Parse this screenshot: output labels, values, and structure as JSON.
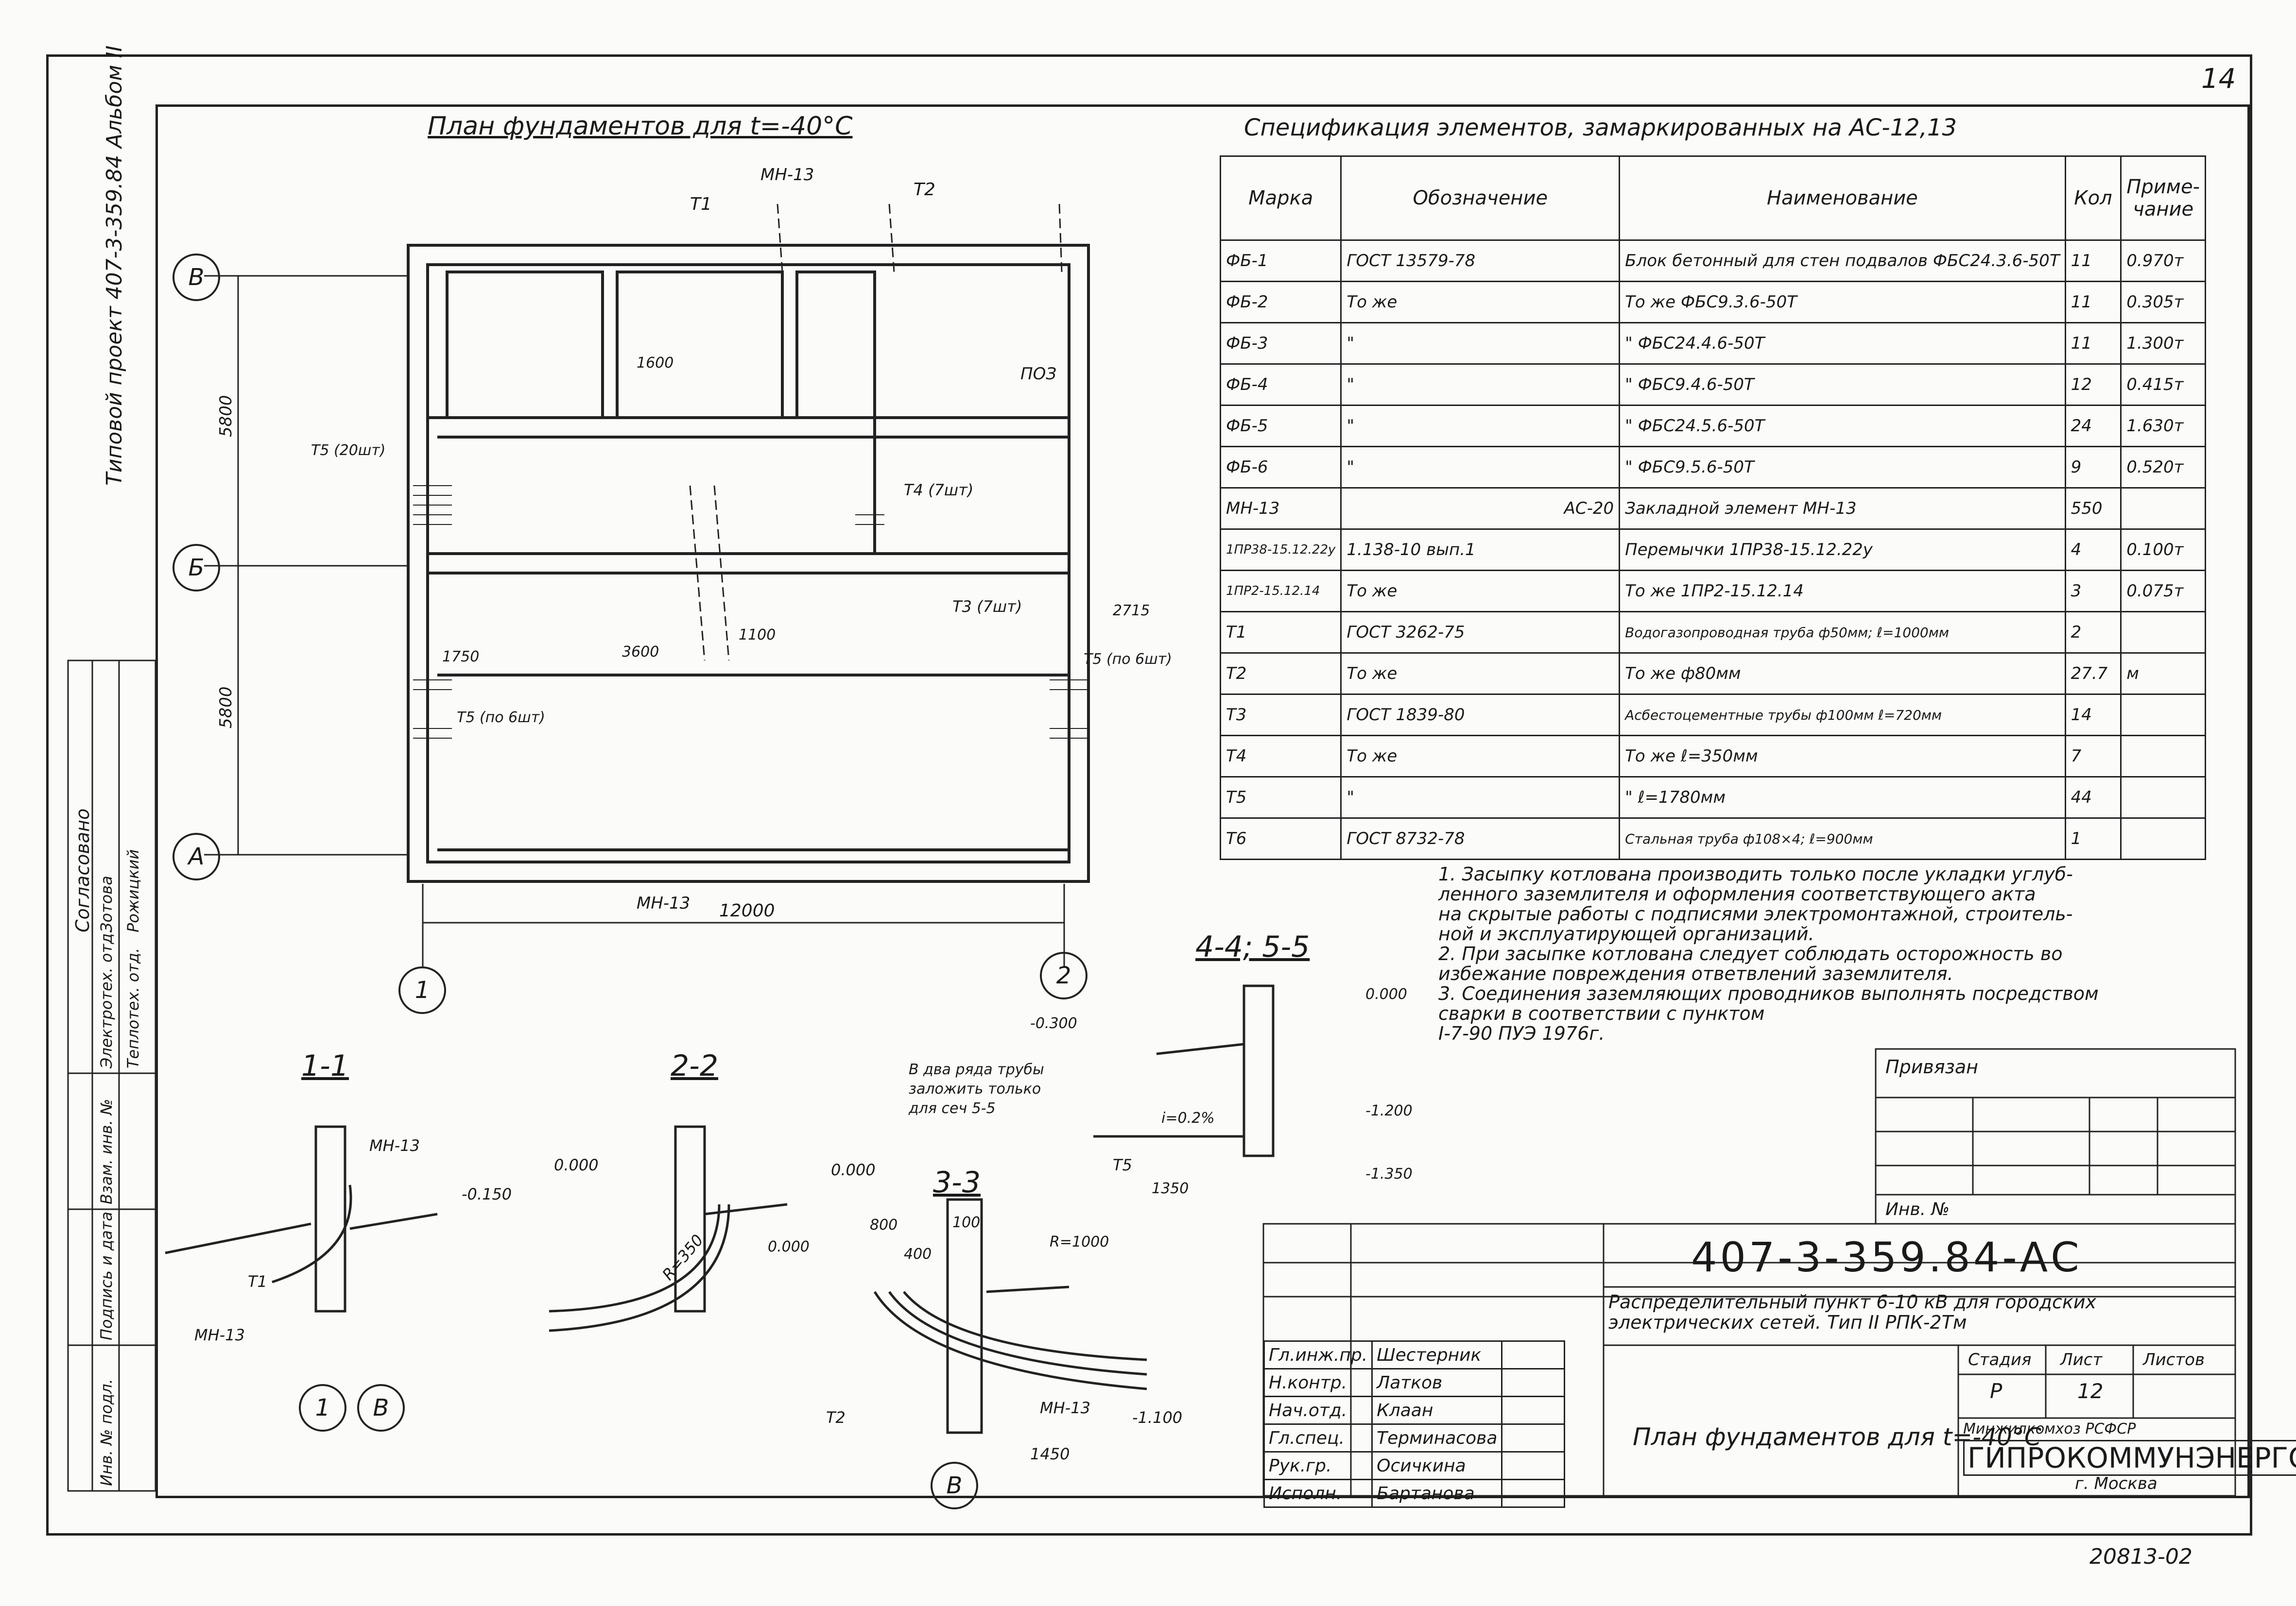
{
  "page_number": "14",
  "album_label": "Типовой проект 407-3-359.84 Альбом II",
  "plan": {
    "title": "План фундаментов для t=-40°С",
    "axes_rows": [
      "В",
      "Б",
      "А"
    ],
    "axes_cols": [
      "1",
      "2"
    ],
    "dim_total": "12000",
    "dim_left_1": "5800",
    "dim_left_2": "5800",
    "labels": [
      "МН-13",
      "Т1",
      "Т2",
      "Т3 (7шт)",
      "Т4 (7шт)",
      "Т5 (20шт)",
      "Т5 (по 6шт)",
      "Т5 (по 6шт)",
      "3600",
      "1600",
      "1750",
      "1100",
      "2715",
      "ПОЗ"
    ]
  },
  "spec": {
    "title": "Спецификация элементов, замаркированных на АС-12,13",
    "headers": [
      "Марка",
      "Обозначение",
      "Наименование",
      "Кол",
      "Приме-чание"
    ],
    "rows": [
      [
        "ФБ-1",
        "ГОСТ 13579-78",
        "Блок бетонный для стен подвалов ФБС24.3.6-50Т",
        "11",
        "0.970т"
      ],
      [
        "ФБ-2",
        "То же",
        "То же ФБС9.3.6-50Т",
        "11",
        "0.305т"
      ],
      [
        "ФБ-3",
        "\"",
        "\" ФБС24.4.6-50Т",
        "11",
        "1.300т"
      ],
      [
        "ФБ-4",
        "\"",
        "\" ФБС9.4.6-50Т",
        "12",
        "0.415т"
      ],
      [
        "ФБ-5",
        "\"",
        "\" ФБС24.5.6-50Т",
        "24",
        "1.630т"
      ],
      [
        "ФБ-6",
        "\"",
        "\" ФБС9.5.6-50Т",
        "9",
        "0.520т"
      ],
      [
        "МН-13",
        "АС-20",
        "Закладной элемент МН-13",
        "550",
        ""
      ],
      [
        "1ПР38-15.12.22у",
        "1.138-10 вып.1",
        "Перемычки 1ПР38-15.12.22у",
        "4",
        "0.100т"
      ],
      [
        "1ПР2-15.12.14",
        "То же",
        "То же 1ПР2-15.12.14",
        "3",
        "0.075т"
      ],
      [
        "Т1",
        "ГОСТ 3262-75",
        "Водогазопроводная труба ф50мм; ℓ=1000мм",
        "2",
        ""
      ],
      [
        "Т2",
        "То же",
        "То же ф80мм",
        "27.7",
        "м"
      ],
      [
        "Т3",
        "ГОСТ 1839-80",
        "Асбестоцементные трубы ф100мм ℓ=720мм",
        "14",
        ""
      ],
      [
        "Т4",
        "То же",
        "То же ℓ=350мм",
        "7",
        ""
      ],
      [
        "Т5",
        "\"",
        "\" ℓ=1780мм",
        "44",
        ""
      ],
      [
        "Т6",
        "ГОСТ 8732-78",
        "Стальная труба ф108×4; ℓ=900мм",
        "1",
        ""
      ]
    ]
  },
  "notes": [
    "1. Засыпку котлована производить только после укладки углуб-",
    "ленного заземлителя и оформления соответствующего акта",
    "на скрытые работы с подписями электромонтажной, строитель-",
    "ной и эксплуатирующей организаций.",
    "2. При засыпке котлована следует соблюдать осторожность во",
    "избежание повреждения ответвлений заземлителя.",
    "3. Соединения заземляющих проводников выполнять посредством",
    "сварки в соответствии с пунктом",
    "I-7-90 ПУЭ 1976г."
  ],
  "sections": {
    "s11": {
      "title": "1-1",
      "labels": [
        "МН-13",
        "-0.150",
        "Т1",
        "МН-13"
      ]
    },
    "s22": {
      "title": "2-2",
      "labels": [
        "0.000",
        "0.000",
        "R=350"
      ]
    },
    "s33": {
      "title": "3-3",
      "labels": [
        "800",
        "100",
        "400",
        "R=1000",
        "0.000",
        "Т2",
        "МН-13",
        "-1.100",
        "1450"
      ]
    },
    "s44": {
      "title": "4-4; 5-5",
      "labels": [
        "-0.300",
        "0.000",
        "В два ряда трубы",
        "заложить только",
        "для сеч 5-5",
        "-1.200",
        "Т5",
        "1350",
        "-1.350",
        "i=0.2%"
      ]
    }
  },
  "left_stamp": {
    "agreed": "Согласовано",
    "rows": [
      [
        "Электротех. отд.",
        "Зотова",
        ""
      ],
      [
        "Теплотех. отд.",
        "Рожицкий",
        ""
      ]
    ],
    "vertical": [
      "Взам. инв. №",
      "Подпись и дата",
      "Инв. № подл."
    ]
  },
  "title_block": {
    "code": "407-3-359.84-АС",
    "project": "Распределительный пункт 6-10 кВ для городских электрических сетей. Тип II РПК-2Тм",
    "sheet_title": "План фундаментов для t=-40°С",
    "stage_headers": [
      "Стадия",
      "Лист",
      "Листов"
    ],
    "stage_values": [
      "Р",
      "12",
      ""
    ],
    "org_1": "Минжилкомхоз РСФСР",
    "org_2": "ГИПРОКОММУНЭНЕРГО",
    "org_3": "г. Москва",
    "people": [
      [
        "Гл.инж.пр.",
        "Шестерник"
      ],
      [
        "Н.контр.",
        "Латков"
      ],
      [
        "Нач.отд.",
        "Клаан"
      ],
      [
        "Гл.спец.",
        "Терминасова"
      ],
      [
        "Рук.гр.",
        "Осичкина"
      ],
      [
        "Исполн.",
        "Бартанова"
      ]
    ],
    "linked": "Привязан",
    "inv": "Инв. №"
  },
  "footer_code": "20813-02"
}
